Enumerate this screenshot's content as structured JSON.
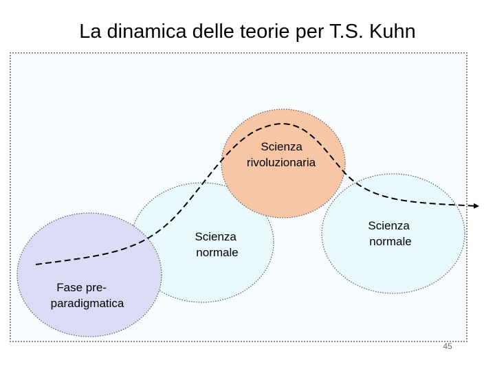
{
  "title": "La dinamica delle teorie per T.S. Kuhn",
  "phases": {
    "pre_paradigmatic": {
      "line1": "Fase pre-",
      "line2": "paradigmatica",
      "color": "#dadcf5"
    },
    "normal_1": {
      "line1": "Scienza",
      "line2": "normale",
      "color": "#e9f9fb"
    },
    "revolutionary": {
      "line1": "Scienza",
      "line2": "rivoluzionaria",
      "color": "#f6c6a6"
    },
    "normal_2": {
      "line1": "Scienza",
      "line2": "normale",
      "color": "#e9f9fb"
    }
  },
  "page_number": "45"
}
